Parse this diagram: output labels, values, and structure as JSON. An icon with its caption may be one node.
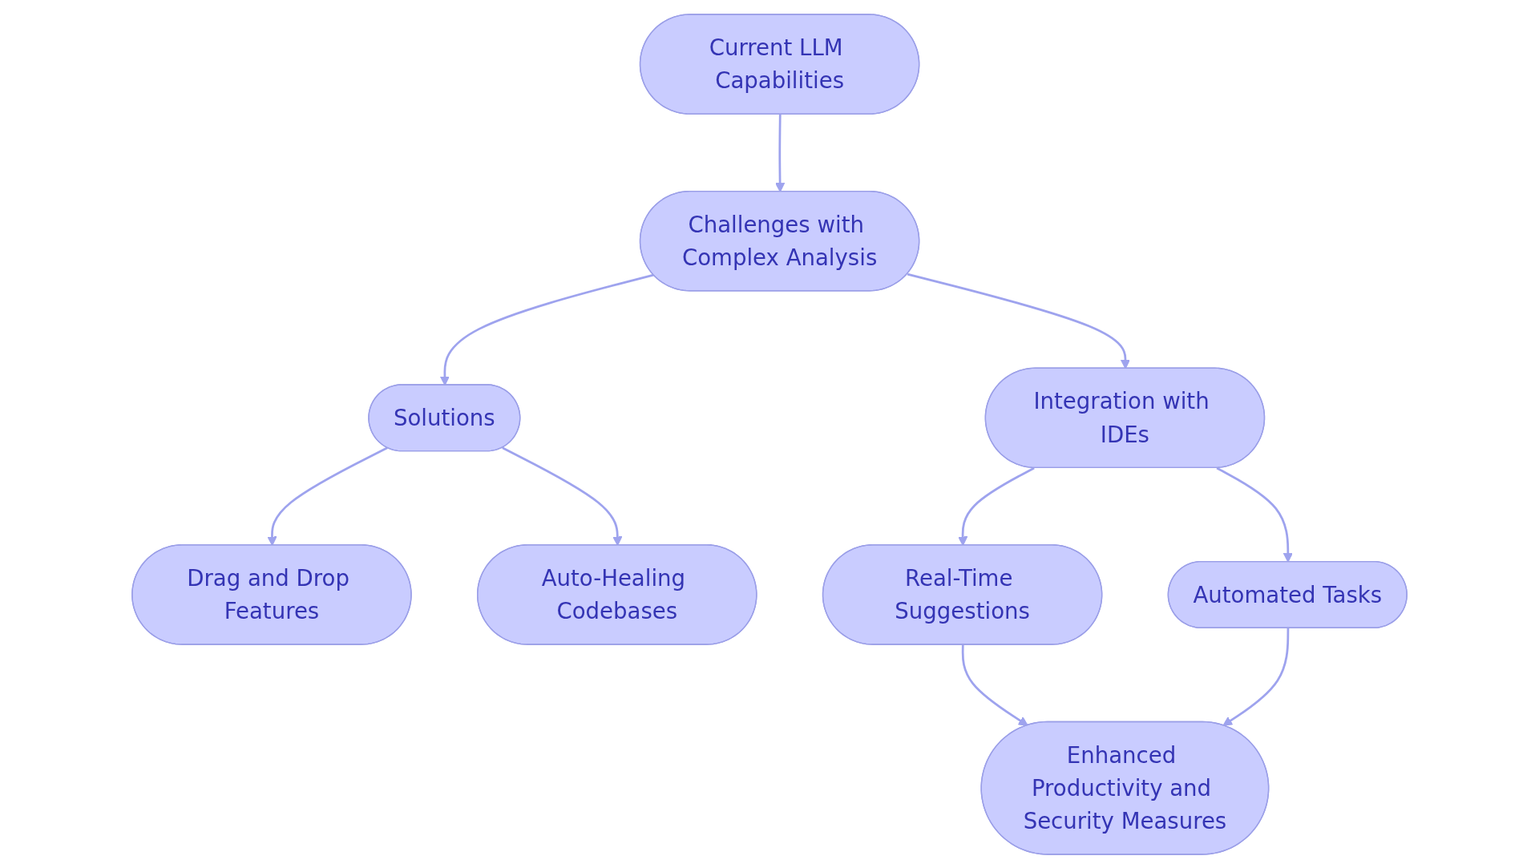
{
  "diagram": {
    "nodes": [
      {
        "text": [
          "Current LLM Capabilities"
        ]
      },
      {
        "text": [
          "Challenges with Complex Analysis"
        ]
      },
      {
        "text": [
          "Solutions"
        ]
      },
      {
        "text": [
          "Integration with IDEs"
        ]
      },
      {
        "text": [
          "Drag and Drop Features"
        ]
      },
      {
        "text": [
          "Auto-Healing Codebases"
        ]
      },
      {
        "text": [
          "Real-Time Suggestions"
        ]
      },
      {
        "text": [
          "Automated Tasks"
        ]
      },
      {
        "text": [
          "Enhanced Productivity and Security Measures"
        ]
      }
    ],
    "edges": [
      {
        "from": 0,
        "to": 1,
        "arrow": "to"
      },
      {
        "from": 1,
        "to": 2,
        "arrow": "to"
      },
      {
        "from": 1,
        "to": 3,
        "arrow": "to"
      },
      {
        "from": 2,
        "to": 4,
        "arrow": "to"
      },
      {
        "from": 2,
        "to": 5,
        "arrow": "to"
      },
      {
        "from": 3,
        "to": 6,
        "arrow": "to"
      },
      {
        "from": 3,
        "to": 7,
        "arrow": "to"
      },
      {
        "from": 6,
        "to": 8,
        "arrow": "to"
      },
      {
        "from": 7,
        "to": 8,
        "arrow": "to"
      }
    ]
  }
}
